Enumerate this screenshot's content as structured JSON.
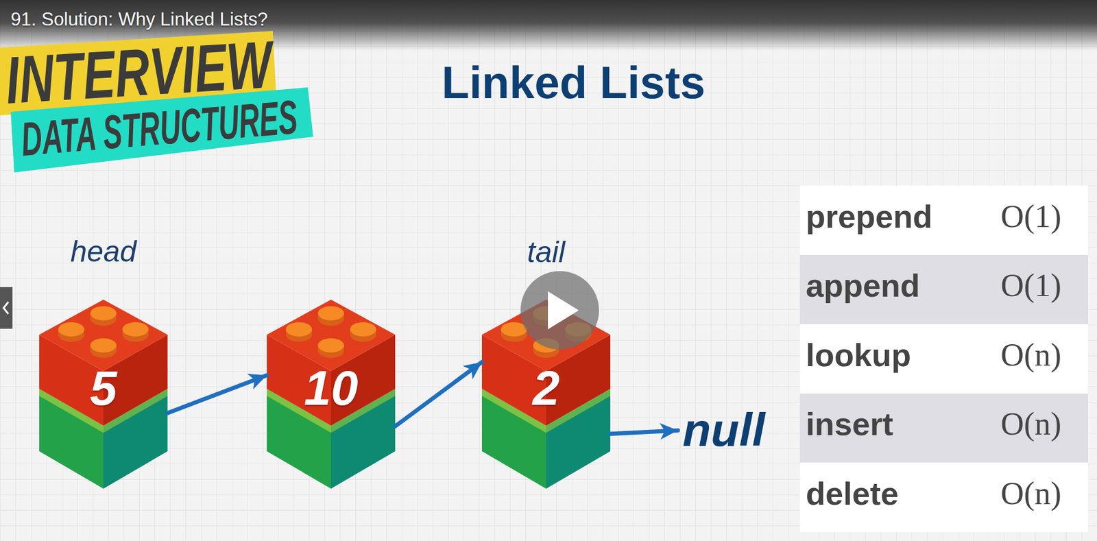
{
  "diagram": {
    "title": "Linked Lists",
    "nodes": [
      {
        "text": [
          "head",
          "5"
        ]
      },
      {
        "text": [
          "10"
        ]
      },
      {
        "text": [
          "tail",
          "2"
        ]
      },
      {
        "text": [
          "null"
        ]
      }
    ],
    "edges": [
      {
        "from": 0,
        "to": 1,
        "arrow": "to"
      },
      {
        "from": 1,
        "to": 2,
        "arrow": "to"
      },
      {
        "from": 2,
        "to": 3,
        "arrow": "to"
      }
    ],
    "labels": [
      "91. Solution: Why Linked Lists?",
      "INTERVIEW",
      "DATA STRUCTURES",
      "prepend",
      "O(1)",
      "append",
      "O(1)",
      "lookup",
      "O(n)",
      "insert",
      "O(n)",
      "delete",
      "O(n)"
    ]
  }
}
